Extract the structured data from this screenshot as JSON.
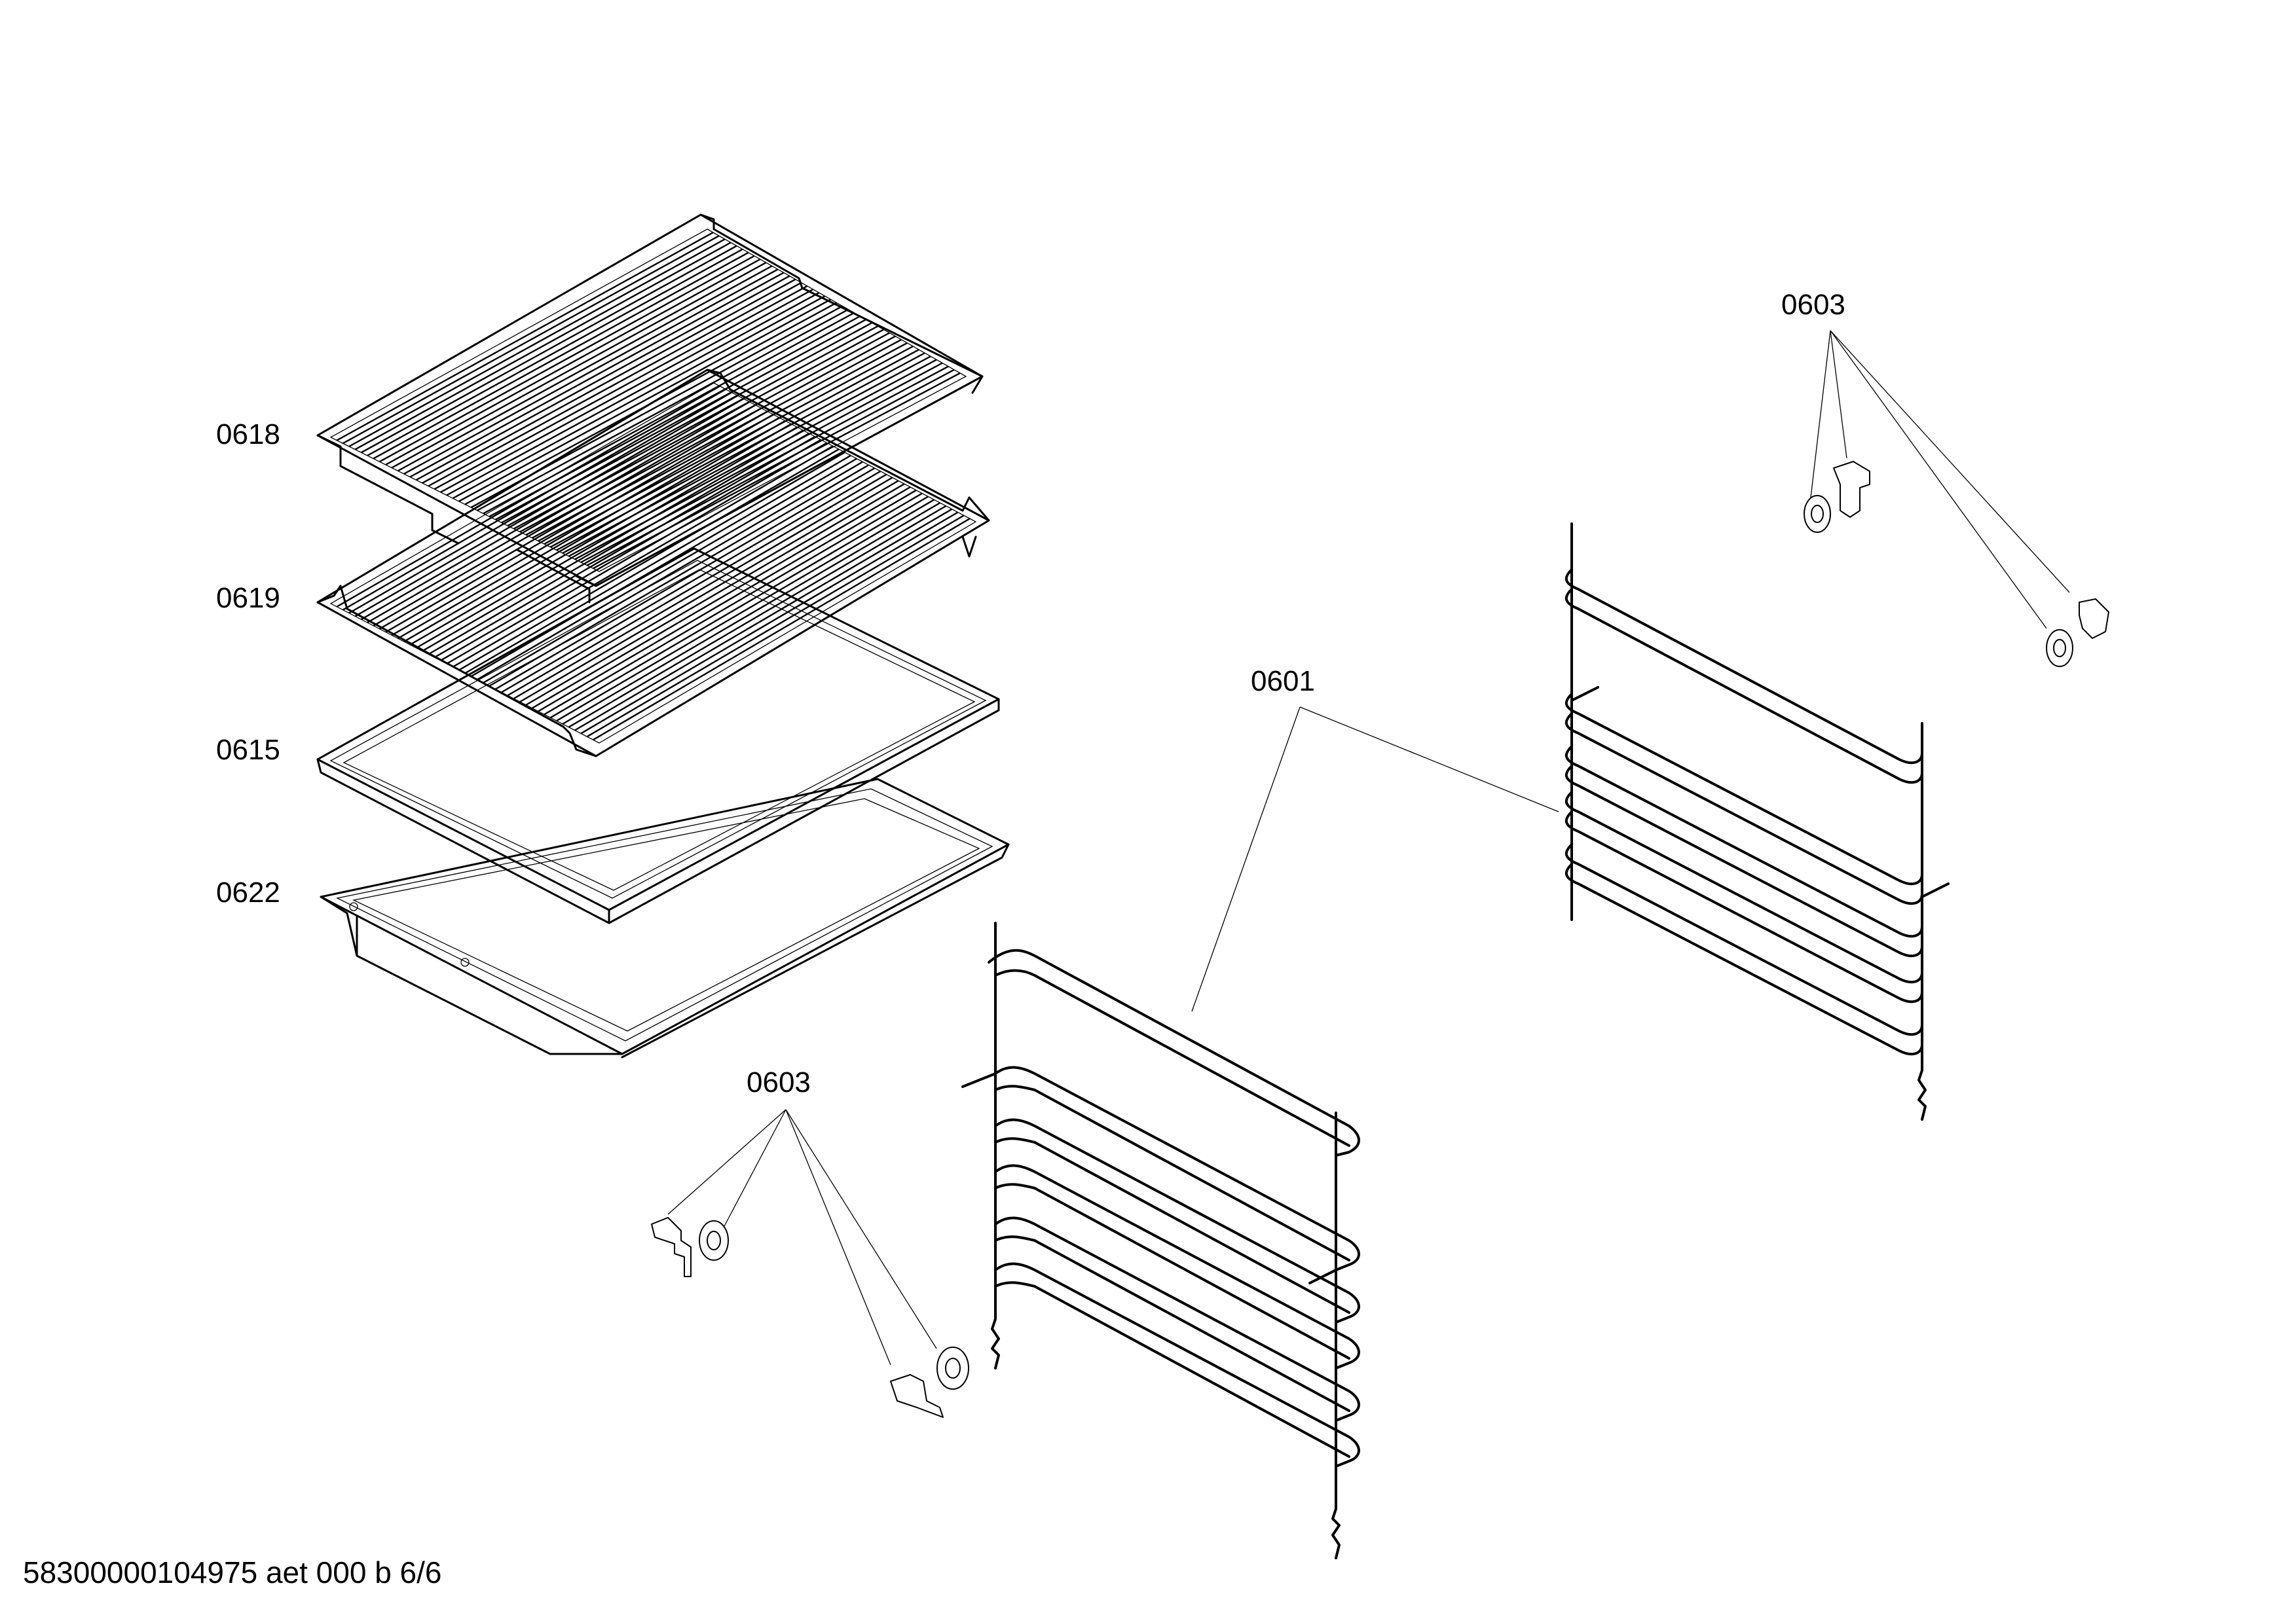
{
  "labels": {
    "grid_top": "0618",
    "grid_second": "0619",
    "tray": "0615",
    "pan": "0622",
    "rails": "0601",
    "clips_lower": "0603",
    "clips_upper": "0603"
  },
  "footer": "58300000104975 aet 000 b 6/6"
}
